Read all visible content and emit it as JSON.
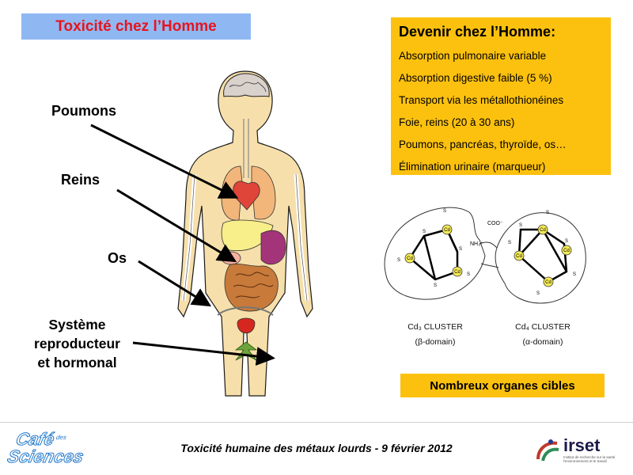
{
  "slide": {
    "title": "Toxicité chez l’Homme",
    "info_box": {
      "heading": "Devenir chez l’Homme:",
      "items": [
        "Absorption pulmonaire variable",
        "Absorption digestive faible (5 %)",
        "Transport via les métallothionéines",
        "Foie, reins (20 à 30 ans)",
        "Poumons, pancréas, thyroïde, os…",
        "Élimination urinaire (marqueur)"
      ]
    },
    "body_labels": {
      "poumons": "Poumons",
      "reins": "Reins",
      "os": "Os",
      "systeme_line1": "Système",
      "systeme_line2": "reproducteur",
      "systeme_line3": "et hormonal"
    },
    "cluster": {
      "cd_label": "Cd",
      "s_label": "S",
      "coo_label": "COO⁻",
      "nh3_label": "NH₃⁺",
      "left_caption_line1": "Cd₃ CLUSTER",
      "left_caption_line2": "(β-domain)",
      "right_caption_line1": "Cd₄ CLUSTER",
      "right_caption_line2": "(α-domain)"
    },
    "targets_box": "Nombreux organes cibles"
  },
  "footer": {
    "text": "Toxicité humaine des métaux lourds - 9 février 2012",
    "left_logo_line1": "Café",
    "left_logo_line2": "Sciences",
    "left_logo_small": "des",
    "right_logo_name": "irset",
    "right_logo_sub": "Institut de recherche sur la santé l'environnement et le travail"
  },
  "colors": {
    "title_bg": "#8fb8f3",
    "title_text": "#e8141d",
    "box_bg": "#fcc10e",
    "cd_fill": "#f4ea55",
    "logo_blue": "#1f77c9"
  }
}
